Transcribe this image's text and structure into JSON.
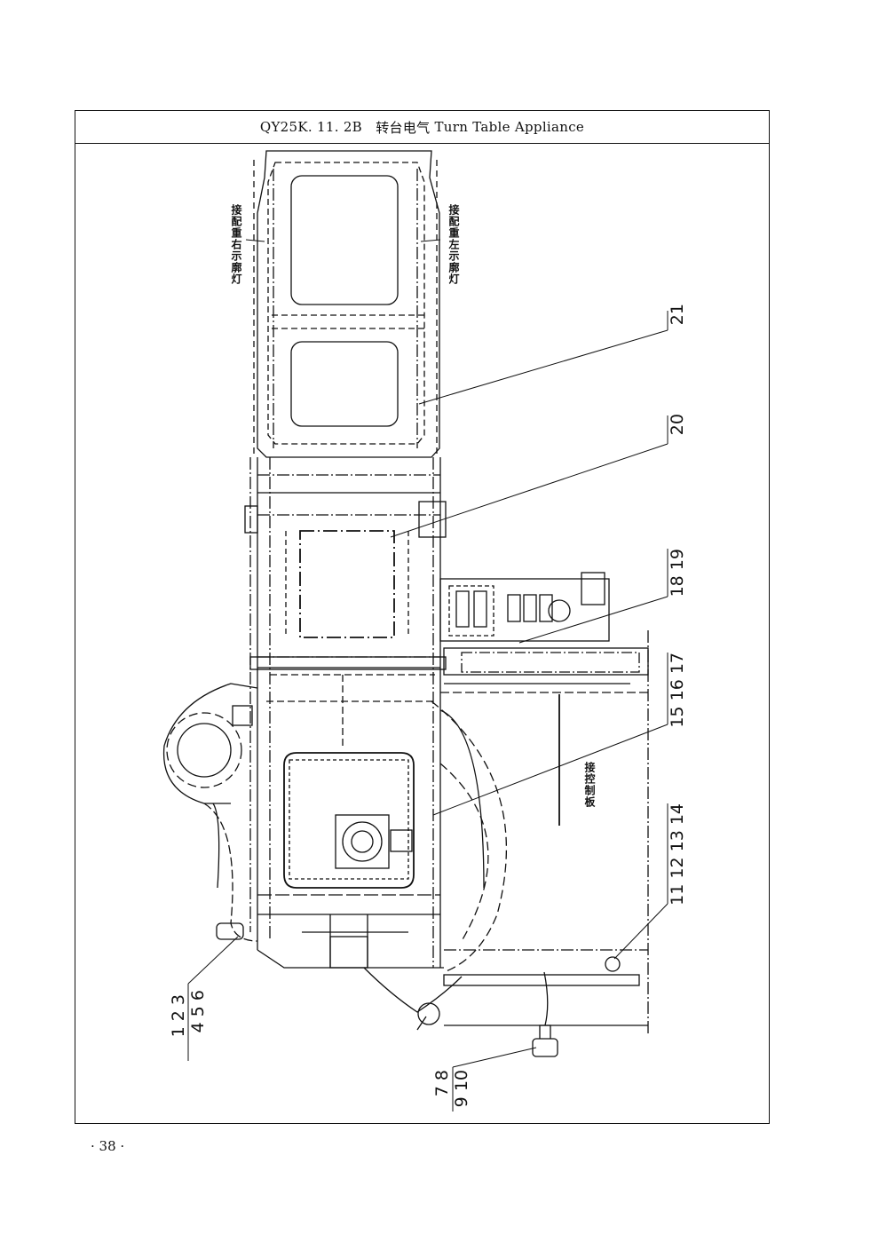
{
  "header": {
    "code": "QY25K. 11. 2B",
    "title_cn": "转台电气",
    "title_en": "Turn Table Appliance"
  },
  "labels": {
    "right_lamp": "接配重右示廓灯",
    "left_lamp": "接配重左示廓灯",
    "control_panel": "接控制板"
  },
  "callouts": {
    "c21": "21",
    "c20": "20",
    "c18_19": "18 19",
    "c15_17": "15 16 17",
    "c11_14": "11 12 13 14",
    "c1_3": "1 2 3",
    "c4_6": "4 5 6",
    "c7_8": "7 8",
    "c9_10": "9 10"
  },
  "footer": {
    "page": "· 38 ·"
  }
}
